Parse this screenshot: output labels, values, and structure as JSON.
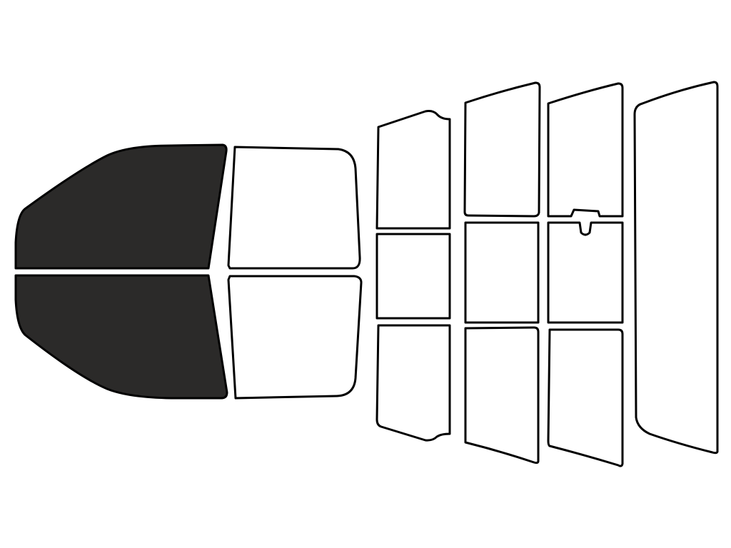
{
  "colors": {
    "tinted": "#2b2a29",
    "clear": "#ffffff",
    "outline": "#000000",
    "background": "#ffffff"
  },
  "panes": [
    {
      "id": "front-door-window-top",
      "tinted": true
    },
    {
      "id": "front-door-window-bottom",
      "tinted": true
    },
    {
      "id": "rear-door-window-top",
      "tinted": false
    },
    {
      "id": "rear-door-window-bottom",
      "tinted": false
    },
    {
      "id": "left-rear-quarter-top",
      "tinted": false
    },
    {
      "id": "left-rear-middle",
      "tinted": false
    },
    {
      "id": "left-rear-quarter-bottom",
      "tinted": false
    },
    {
      "id": "center-left-top",
      "tinted": false
    },
    {
      "id": "center-left-middle",
      "tinted": false
    },
    {
      "id": "center-left-bottom",
      "tinted": false
    },
    {
      "id": "center-right-top",
      "tinted": false
    },
    {
      "id": "center-right-middle",
      "tinted": false
    },
    {
      "id": "center-right-bottom",
      "tinted": false
    },
    {
      "id": "tall-right-window",
      "tinted": false
    }
  ]
}
